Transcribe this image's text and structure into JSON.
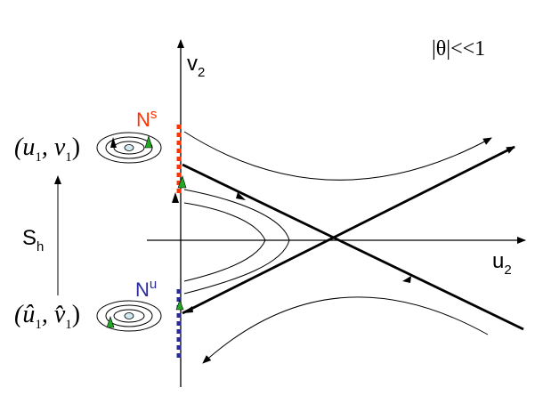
{
  "labels": {
    "v_axis": "v",
    "v_axis_sub": "2",
    "u_axis": "u",
    "u_axis_sub": "2",
    "condition": "|θ|<<1",
    "ns": "N",
    "ns_sup": "s",
    "nu": "N",
    "nu_sup": "u",
    "sh": "S",
    "sh_sub": "h",
    "upper_point": "(u",
    "upper_point_sub1": "1",
    "upper_point_mid": ", v",
    "upper_point_sub2": "1",
    "upper_point_close": ")",
    "lower_point": "(û",
    "lower_point_sub1": "1",
    "lower_point_mid": ", v̂",
    "lower_point_sub2": "1",
    "lower_point_close": ")"
  },
  "colors": {
    "stable_manifold": "#ff3300",
    "unstable_manifold": "#2a2a9a",
    "arrow_marker_green": "#22aa22",
    "axes": "#000000"
  }
}
